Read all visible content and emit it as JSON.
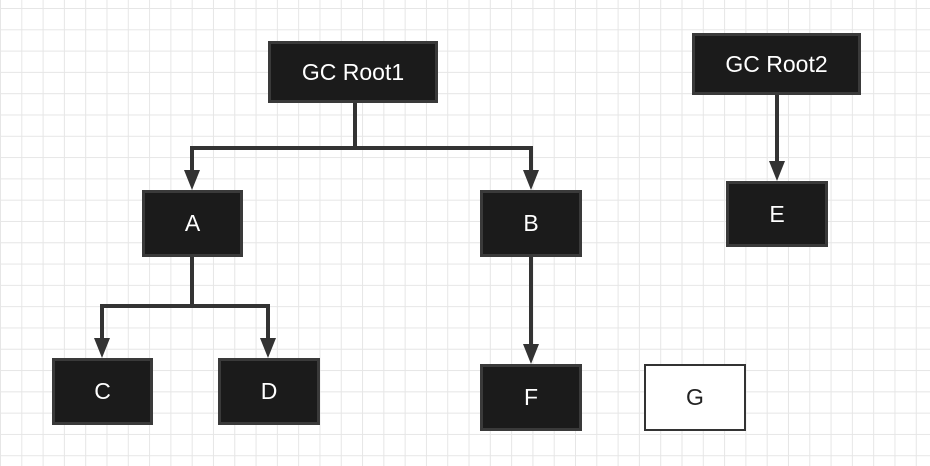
{
  "nodes": {
    "gc_root1": "GC Root1",
    "gc_root2": "GC Root2",
    "a": "A",
    "b": "B",
    "c": "C",
    "d": "D",
    "e": "E",
    "f": "F",
    "g": "G"
  },
  "edges": [
    {
      "from": "GC Root1",
      "to": "A"
    },
    {
      "from": "GC Root1",
      "to": "B"
    },
    {
      "from": "A",
      "to": "C"
    },
    {
      "from": "A",
      "to": "D"
    },
    {
      "from": "B",
      "to": "F"
    },
    {
      "from": "GC Root2",
      "to": "E"
    }
  ],
  "colors": {
    "node_fill": "#1b1b1b",
    "node_text": "#ffffff",
    "unreachable_fill": "#ffffff",
    "edge": "#333333",
    "grid": "#e6e6e6"
  }
}
